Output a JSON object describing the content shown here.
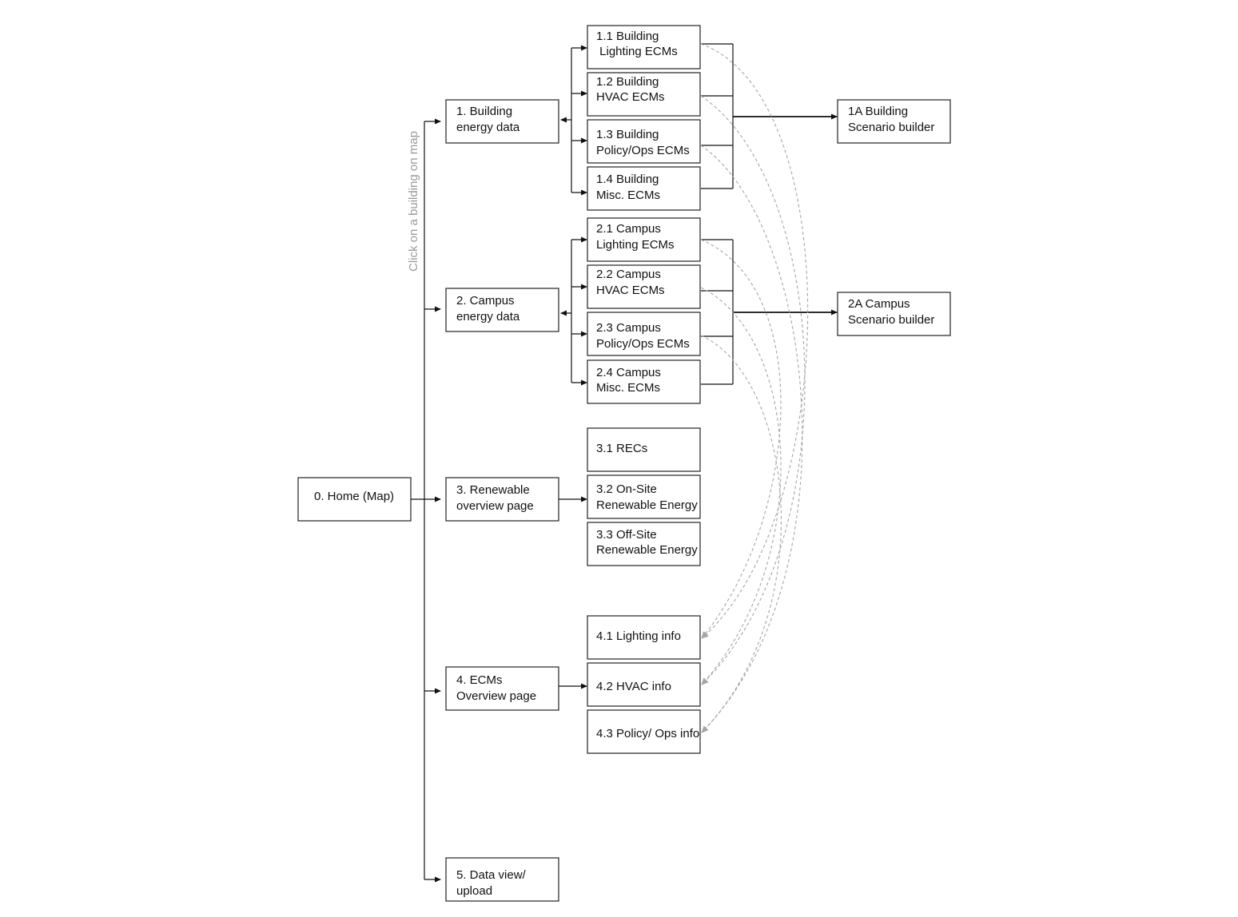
{
  "nodes": {
    "n0": [
      "0. Home (Map)"
    ],
    "n1": [
      "1. Building",
      "energy data"
    ],
    "n2": [
      "2. Campus",
      "energy data"
    ],
    "n3": [
      "3. Renewable",
      "overview page"
    ],
    "n4": [
      "4. ECMs",
      "Overview page"
    ],
    "n5": [
      "5. Data view/",
      "upload"
    ],
    "n11": [
      "1.1 Building",
      " Lighting ECMs"
    ],
    "n12": [
      "1.2 Building",
      "HVAC ECMs"
    ],
    "n13": [
      "1.3 Building",
      "Policy/Ops ECMs"
    ],
    "n14": [
      "1.4 Building",
      "Misc. ECMs"
    ],
    "n21": [
      "2.1 Campus",
      "Lighting ECMs"
    ],
    "n22": [
      "2.2 Campus",
      "HVAC ECMs"
    ],
    "n23": [
      "2.3 Campus",
      "Policy/Ops ECMs"
    ],
    "n24": [
      "2.4 Campus",
      "Misc. ECMs"
    ],
    "n31": [
      "3.1 RECs"
    ],
    "n32": [
      "3.2 On-Site",
      "Renewable Energy"
    ],
    "n33": [
      "3.3 Off-Site",
      "Renewable Energy"
    ],
    "n41": [
      "4.1 Lighting info"
    ],
    "n42": [
      "4.2 HVAC info"
    ],
    "n43": [
      "4.3 Policy/ Ops info"
    ],
    "n1A": [
      "1A Building",
      "Scenario builder"
    ],
    "n2A": [
      "2A Campus",
      "Scenario builder"
    ]
  },
  "edge_label": "Click on a building on map",
  "colors": {
    "box_stroke": "#222222",
    "arrow": "#111111",
    "dashed": "#a6a6a6",
    "edge_label": "#9a9a9a"
  }
}
